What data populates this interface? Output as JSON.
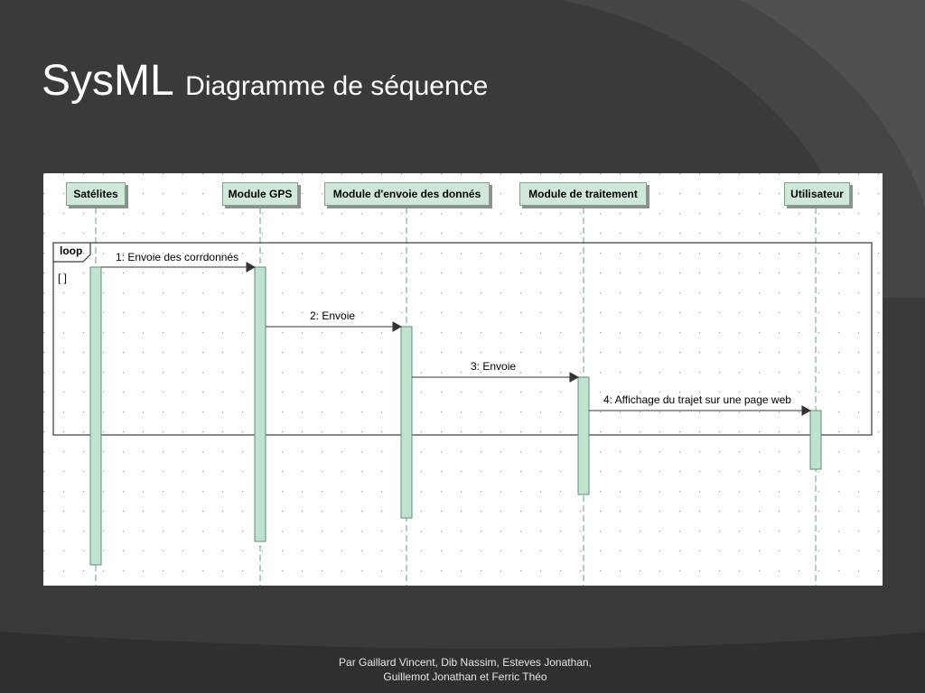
{
  "slide": {
    "title_main": "SysML",
    "title_sub": "Diagramme de séquence",
    "footer": "Par Gaillard Vincent, Dib Nassim, Esteves Jonathan, Guillemot Jonathan et Ferric Théo"
  },
  "diagram": {
    "lifelines": [
      {
        "label": "Satélites"
      },
      {
        "label": "Module GPS"
      },
      {
        "label": "Module d'envoie des donnés"
      },
      {
        "label": "Module de traitement"
      },
      {
        "label": "Utilisateur"
      }
    ],
    "fragment": {
      "operator": "loop",
      "guard": "[ ]"
    },
    "messages": [
      {
        "label": "1: Envoie des corrdonnés",
        "from": "Satélites",
        "to": "Module GPS"
      },
      {
        "label": "2: Envoie",
        "from": "Module GPS",
        "to": "Module d'envoie des donnés"
      },
      {
        "label": "3: Envoie",
        "from": "Module d'envoie des donnés",
        "to": "Module de traitement"
      },
      {
        "label": "4: Affichage du trajet sur une page web",
        "from": "Module de traitement",
        "to": "Utilisateur"
      }
    ]
  },
  "colors": {
    "slide_background": "#3a3a3a",
    "activation_fill": "#bfe3cf",
    "lifeline_box_fill": "#cfe8da",
    "lifeline_dash": "#5f9f8f"
  }
}
